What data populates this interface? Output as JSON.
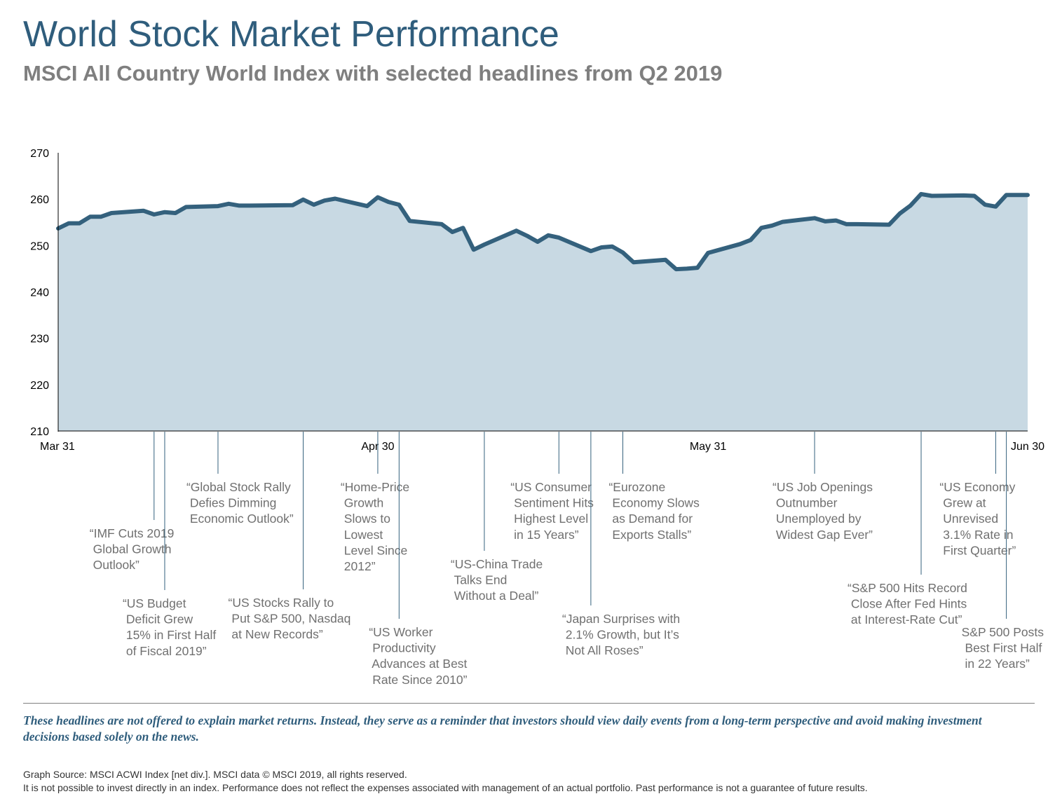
{
  "title": "World Stock Market Performance",
  "subtitle": "MSCI All Country World Index with selected headlines from Q2 2019",
  "chart_data": {
    "type": "area",
    "ylim": [
      210,
      270
    ],
    "yticks": [
      210,
      220,
      230,
      240,
      250,
      260,
      270
    ],
    "xlim": [
      "2019-03-31",
      "2019-06-30"
    ],
    "xticks": [
      {
        "date": "2019-03-31",
        "label": "Mar 31"
      },
      {
        "date": "2019-04-30",
        "label": "Apr 30"
      },
      {
        "date": "2019-05-31",
        "label": "May 31"
      },
      {
        "date": "2019-06-30",
        "label": "Jun 30"
      }
    ],
    "grid": false,
    "colors": {
      "line": "#34617d",
      "fill": "#c8d9e3",
      "headline_line": "#34617d",
      "headline_text": "#707070"
    },
    "series": [
      {
        "x": [
          "2019-03-31",
          "2019-04-01",
          "2019-04-02",
          "2019-04-03",
          "2019-04-04",
          "2019-04-05",
          "2019-04-08",
          "2019-04-09",
          "2019-04-10",
          "2019-04-11",
          "2019-04-12",
          "2019-04-15",
          "2019-04-16",
          "2019-04-17",
          "2019-04-18",
          "2019-04-22",
          "2019-04-23",
          "2019-04-24",
          "2019-04-25",
          "2019-04-26",
          "2019-04-29",
          "2019-04-30",
          "2019-05-01",
          "2019-05-02",
          "2019-05-03",
          "2019-05-06",
          "2019-05-07",
          "2019-05-08",
          "2019-05-09",
          "2019-05-10",
          "2019-05-13",
          "2019-05-14",
          "2019-05-15",
          "2019-05-16",
          "2019-05-17",
          "2019-05-20",
          "2019-05-21",
          "2019-05-22",
          "2019-05-23",
          "2019-05-24",
          "2019-05-27",
          "2019-05-28",
          "2019-05-29",
          "2019-05-30",
          "2019-05-31",
          "2019-06-03",
          "2019-06-04",
          "2019-06-05",
          "2019-06-06",
          "2019-06-07",
          "2019-06-10",
          "2019-06-11",
          "2019-06-12",
          "2019-06-13",
          "2019-06-14",
          "2019-06-17",
          "2019-06-18",
          "2019-06-19",
          "2019-06-20",
          "2019-06-21",
          "2019-06-24",
          "2019-06-25",
          "2019-06-26",
          "2019-06-27",
          "2019-06-28",
          "2019-06-30"
        ],
        "values": [
          253.7,
          254.8,
          254.8,
          256.2,
          256.2,
          257.0,
          257.5,
          256.7,
          257.2,
          257.0,
          258.3,
          258.5,
          259.0,
          258.6,
          258.6,
          258.7,
          259.9,
          258.8,
          259.7,
          260.1,
          258.5,
          260.4,
          259.4,
          258.8,
          255.3,
          254.6,
          252.9,
          253.8,
          249.1,
          250.2,
          253.2,
          252.1,
          250.8,
          252.2,
          251.7,
          248.8,
          249.6,
          249.8,
          248.5,
          246.4,
          246.9,
          244.9,
          245.0,
          245.2,
          248.4,
          250.3,
          251.2,
          253.8,
          254.3,
          255.1,
          255.9,
          255.2,
          255.4,
          254.6,
          254.6,
          254.5,
          256.9,
          258.6,
          261.1,
          260.7,
          260.8,
          260.7,
          258.8,
          258.4,
          260.9,
          260.9
        ]
      }
    ],
    "headlines": [
      {
        "date": "2019-04-09",
        "lines": [
          "“IMF Cuts 2019",
          " Global Growth",
          " Outlook”"
        ]
      },
      {
        "date": "2019-04-10",
        "lines": [
          "“US Budget",
          " Deficit Grew",
          " 15% in First Half",
          " of Fiscal 2019”"
        ]
      },
      {
        "date": "2019-04-15",
        "lines": [
          "“Global Stock Rally",
          " Defies Dimming",
          " Economic Outlook”"
        ]
      },
      {
        "date": "2019-04-23",
        "lines": [
          "“US Stocks Rally to",
          " Put S&P 500, Nasdaq",
          " at New Records”"
        ]
      },
      {
        "date": "2019-04-30",
        "lines": [
          "“Home-Price",
          " Growth",
          " Slows to",
          " Lowest",
          " Level Since",
          " 2012”"
        ]
      },
      {
        "date": "2019-05-02",
        "lines": [
          "“US Worker",
          " Productivity",
          " Advances at Best",
          " Rate Since 2010”"
        ]
      },
      {
        "date": "2019-05-10",
        "lines": [
          "“US-China Trade",
          " Talks End",
          " Without a Deal”"
        ]
      },
      {
        "date": "2019-05-17",
        "lines": [
          "“US Consumer",
          " Sentiment Hits",
          " Highest Level",
          " in 15 Years”"
        ]
      },
      {
        "date": "2019-05-20",
        "lines": [
          "“Japan Surprises with",
          " 2.1% Growth, but It’s",
          " Not All Roses”"
        ]
      },
      {
        "date": "2019-05-23",
        "lines": [
          "“Eurozone",
          " Economy Slows",
          " as Demand for",
          " Exports Stalls”"
        ]
      },
      {
        "date": "2019-06-10",
        "lines": [
          "“US Job Openings",
          " Outnumber",
          " Unemployed by",
          " Widest Gap Ever”"
        ]
      },
      {
        "date": "2019-06-20",
        "lines": [
          "“S&P 500 Hits Record",
          " Close After Fed Hints",
          " at Interest-Rate Cut”"
        ]
      },
      {
        "date": "2019-06-27",
        "lines": [
          "“US Economy",
          " Grew at",
          " Unrevised",
          " 3.1% Rate in",
          " First Quarter”"
        ]
      },
      {
        "date": "2019-06-28",
        "lines": [
          "S&P 500 Posts",
          " Best First Half",
          " in 22 Years”"
        ]
      }
    ]
  },
  "disclaimer": "These headlines are not offered to explain market returns. Instead, they serve as a reminder that investors should view daily events from a long-term perspective and avoid making investment decisions based solely on the news.",
  "source": {
    "line1": "Graph Source: MSCI ACWI Index [net div.]. MSCI data © MSCI 2019, all rights reserved.",
    "line2": "It is not possible to invest directly in an index. Performance does not reflect the expenses associated with management of an actual portfolio. Past performance is not a guarantee of future results."
  }
}
